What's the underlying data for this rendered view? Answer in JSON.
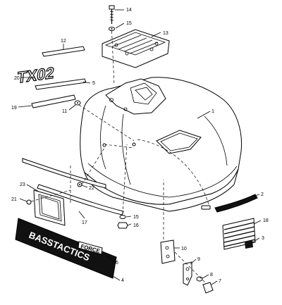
{
  "labels": {
    "p1": "1",
    "p2": "2",
    "p3": "3",
    "p4": "4",
    "p5": "5",
    "p6": "6",
    "p7": "7",
    "p8": "8",
    "p9": "9",
    "p10": "10",
    "p11": "11",
    "p12": "12",
    "p13": "13",
    "p14": "14",
    "p15a": "15",
    "p15b": "15",
    "p16": "16",
    "p17": "17",
    "p18": "18",
    "p19": "19",
    "p20": "20",
    "p21": "21",
    "p22": "22",
    "p23": "23"
  },
  "decals": {
    "model": "TX02",
    "brand": "BASSTACTICS",
    "force": "FORCE"
  }
}
